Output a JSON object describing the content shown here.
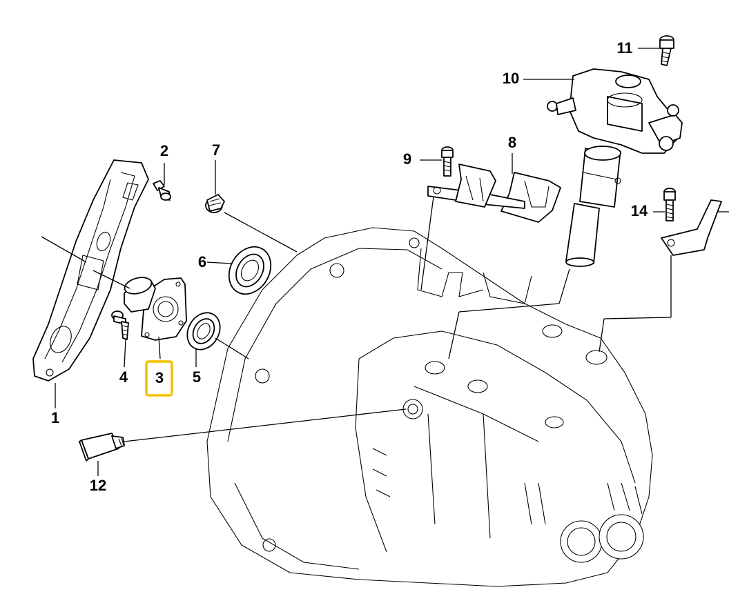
{
  "diagram": {
    "highlight_color": "#F2C200",
    "highlighted_part": "3",
    "parts": [
      {
        "id": "p1",
        "label": "1",
        "icon": "release-lever"
      },
      {
        "id": "p2",
        "label": "2",
        "icon": "pivot-pin"
      },
      {
        "id": "p3",
        "label": "3",
        "icon": "guide-sleeve"
      },
      {
        "id": "p4",
        "label": "4",
        "icon": "bolt"
      },
      {
        "id": "p5",
        "label": "5",
        "icon": "shaft-seal"
      },
      {
        "id": "p6",
        "label": "6",
        "icon": "shaft-seal"
      },
      {
        "id": "p7",
        "label": "7",
        "icon": "screw-plug"
      },
      {
        "id": "p8",
        "label": "8",
        "icon": "shift-fork"
      },
      {
        "id": "p9",
        "label": "9",
        "icon": "bolt"
      },
      {
        "id": "p10",
        "label": "10",
        "icon": "selector-mechanism"
      },
      {
        "id": "p11",
        "label": "11",
        "icon": "bolt"
      },
      {
        "id": "p12",
        "label": "12",
        "icon": "reversing-light-switch"
      },
      {
        "id": "p14",
        "label": "14",
        "icon": "bolt"
      }
    ]
  }
}
